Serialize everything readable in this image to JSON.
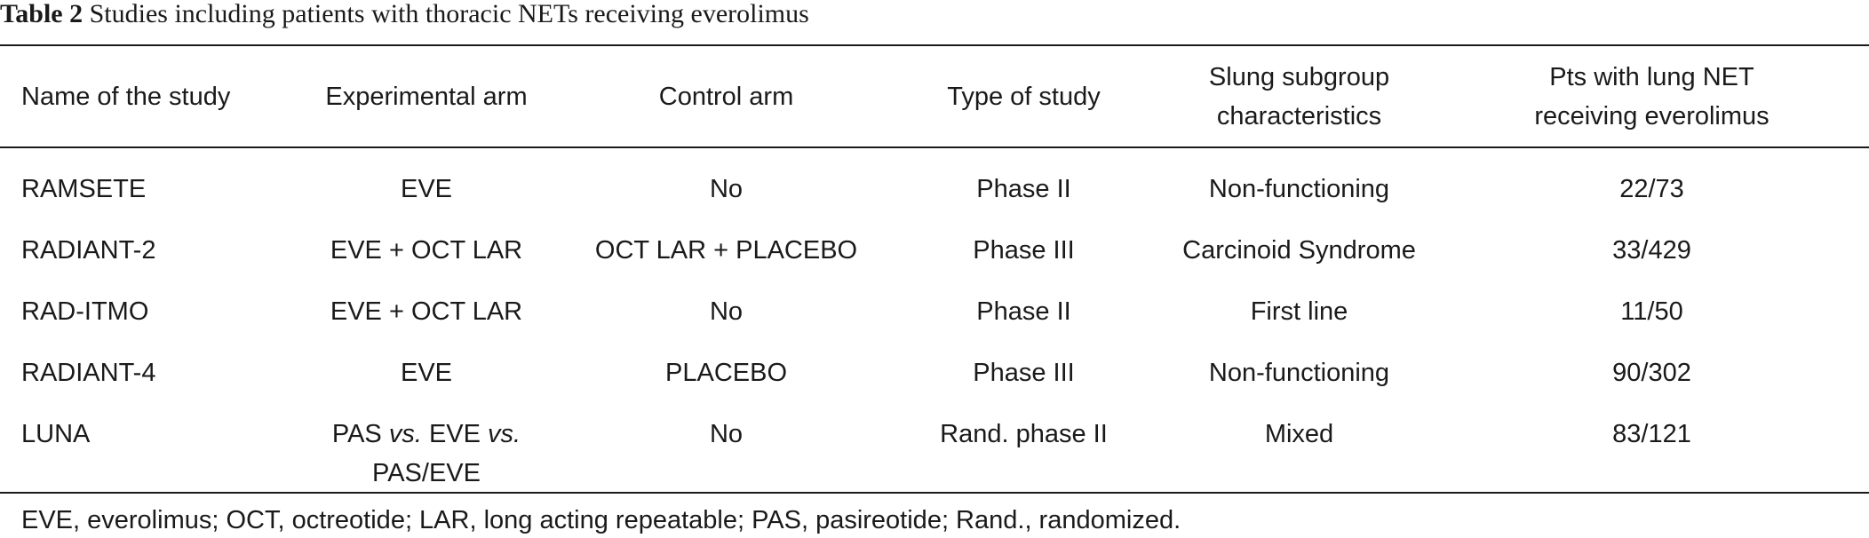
{
  "caption": {
    "label": "Table 2",
    "text": "Studies including patients with thoracic NETs receiving everolimus"
  },
  "table": {
    "headers": [
      [
        "Name of the study"
      ],
      [
        "Experimental arm"
      ],
      [
        "Control arm"
      ],
      [
        "Type of study"
      ],
      [
        "Slung subgroup",
        "characteristics"
      ],
      [
        "Pts with lung NET",
        "receiving everolimus"
      ]
    ],
    "rows": [
      {
        "name": "RAMSETE",
        "experimental": "EVE",
        "control": "No",
        "type": "Phase II",
        "subgroup": "Non-functioning",
        "pts": "22/73"
      },
      {
        "name": "RADIANT-2",
        "experimental": "EVE + OCT LAR",
        "control": "OCT LAR + PLACEBO",
        "type": "Phase III",
        "subgroup": "Carcinoid Syndrome",
        "pts": "33/429"
      },
      {
        "name": "RAD-ITMO",
        "experimental": "EVE + OCT LAR",
        "control": "No",
        "type": "Phase II",
        "subgroup": "First line",
        "pts": "11/50"
      },
      {
        "name": "RADIANT-4",
        "experimental": "EVE",
        "control": "PLACEBO",
        "type": "Phase III",
        "subgroup": "Non-functioning",
        "pts": "90/302"
      },
      {
        "name": "LUNA",
        "experimental_parts": [
          "PAS ",
          "vs.",
          " EVE ",
          "vs.",
          "PAS/EVE"
        ],
        "control": "No",
        "type": "Rand. phase II",
        "subgroup": "Mixed",
        "pts": "83/121"
      }
    ]
  },
  "footnote": "EVE, everolimus; OCT, octreotide; LAR, long acting repeatable; PAS, pasireotide; Rand., randomized."
}
